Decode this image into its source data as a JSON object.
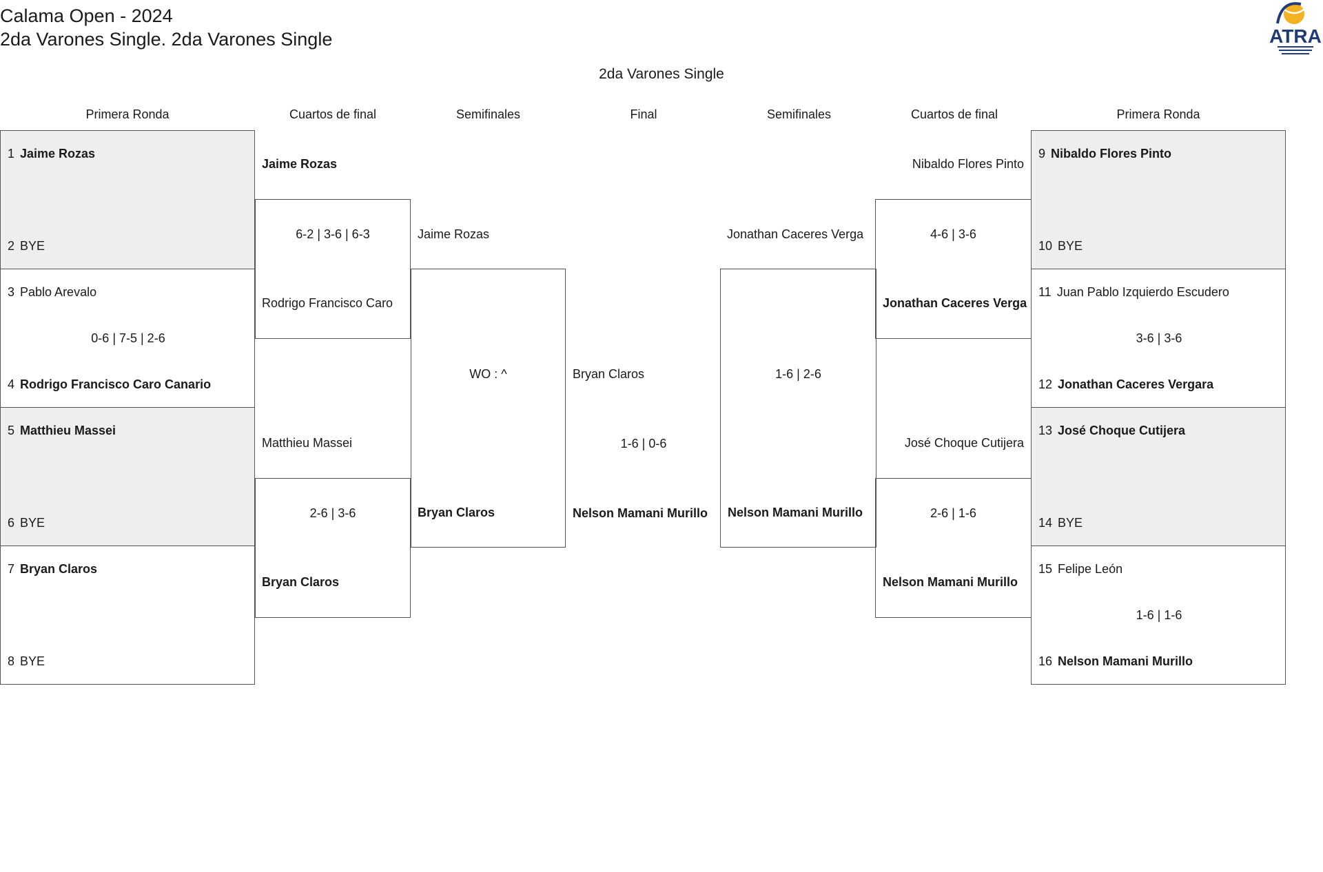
{
  "header": {
    "tournament": "Calama Open - 2024",
    "category": "2da Varones Single. 2da Varones Single",
    "draw_title": "2da Varones Single"
  },
  "logo": {
    "text": "ATRA",
    "icon": "tennis-ball-logo",
    "colors": {
      "navy": "#1f3c77",
      "ball": "#f4b223"
    }
  },
  "columns": {
    "left_r1": "Primera Ronda",
    "left_qf": "Cuartos de final",
    "left_sf": "Semifinales",
    "final": "Final",
    "right_sf": "Semifinales",
    "right_qf": "Cuartos de final",
    "right_r1": "Primera Ronda"
  },
  "first_round": [
    {
      "seed_a": "1",
      "player_a": "Jaime Rozas",
      "seed_b": "2",
      "player_b": "BYE",
      "score": "",
      "winner": "a"
    },
    {
      "seed_a": "3",
      "player_a": "Pablo Arevalo",
      "seed_b": "4",
      "player_b": "Rodrigo Francisco Caro Canario",
      "score": "0-6 | 7-5 | 2-6",
      "winner": "b"
    },
    {
      "seed_a": "5",
      "player_a": "Matthieu Massei",
      "seed_b": "6",
      "player_b": "BYE",
      "score": "",
      "winner": "a"
    },
    {
      "seed_a": "7",
      "player_a": "Bryan Claros",
      "seed_b": "8",
      "player_b": "BYE",
      "score": "",
      "winner": "a"
    },
    {
      "seed_a": "9",
      "player_a": "Nibaldo Flores Pinto",
      "seed_b": "10",
      "player_b": "BYE",
      "score": "",
      "winner": "a"
    },
    {
      "seed_a": "11",
      "player_a": "Juan Pablo Izquierdo Escudero",
      "seed_b": "12",
      "player_b": "Jonathan Caceres Vergara",
      "score": "3-6 | 3-6",
      "winner": "b"
    },
    {
      "seed_a": "13",
      "player_a": "José Choque Cutijera",
      "seed_b": "14",
      "player_b": "BYE",
      "score": "",
      "winner": "a"
    },
    {
      "seed_a": "15",
      "player_a": "Felipe León",
      "seed_b": "16",
      "player_b": "Nelson Mamani Murillo",
      "score": "1-6 | 1-6",
      "winner": "b"
    }
  ],
  "quarterfinals": [
    {
      "player_a": "Jaime Rozas",
      "player_b": "Rodrigo Francisco Caro",
      "score": "6-2 | 3-6 | 6-3",
      "winner": "a"
    },
    {
      "player_a": "Matthieu Massei",
      "player_b": "Bryan Claros",
      "score": "2-6 | 3-6",
      "winner": "b"
    },
    {
      "player_a": "Nibaldo Flores Pinto",
      "player_b": "Jonathan Caceres Verga",
      "score": "4-6 | 3-6",
      "winner": "b"
    },
    {
      "player_a": "José Choque Cutijera",
      "player_b": "Nelson Mamani Murillo",
      "score": "2-6 | 1-6",
      "winner": "b"
    }
  ],
  "semifinals": [
    {
      "player_a": "Jaime Rozas",
      "player_b": "Bryan Claros",
      "score": "WO : ^",
      "winner": "b"
    },
    {
      "player_a": "Jonathan Caceres Verga",
      "player_b": "Nelson Mamani Murillo",
      "score": "1-6 | 2-6",
      "winner": "b"
    }
  ],
  "final": {
    "player_a": "Bryan Claros",
    "player_b": "Nelson Mamani Murillo",
    "score": "1-6 | 0-6",
    "winner": "b"
  }
}
